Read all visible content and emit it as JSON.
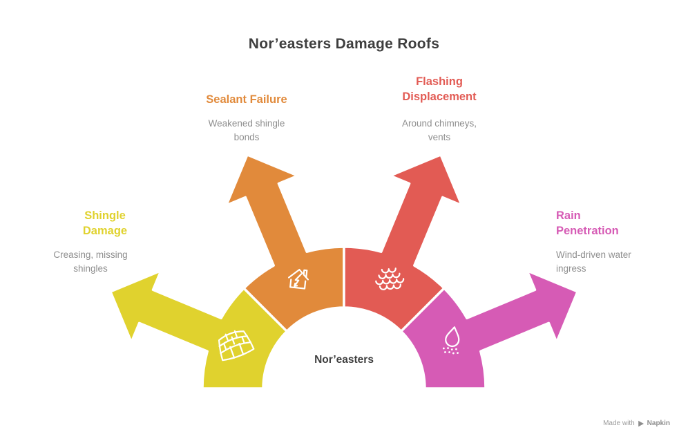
{
  "title": "Nor’easters Damage Roofs",
  "center_label": "Nor’easters",
  "watermark": {
    "text": "Made with",
    "brand": "Napkin"
  },
  "text_colors": {
    "title": "#3e3e3e",
    "description": "#8e8e8e"
  },
  "segments": [
    {
      "id": "shingle-damage",
      "label": "Shingle Damage",
      "description": "Creasing, missing shingles",
      "color": "#E0D22E",
      "icon": "roof-shingles-icon"
    },
    {
      "id": "sealant-failure",
      "label": "Sealant Failure",
      "description": "Weakened shingle bonds",
      "color": "#E18A3B",
      "icon": "house-lightning-icon"
    },
    {
      "id": "flashing-displacement",
      "label": "Flashing Displacement",
      "description": "Around chimneys, vents",
      "color": "#E25B54",
      "icon": "scalloped-shingles-icon"
    },
    {
      "id": "rain-penetration",
      "label": "Rain Penetration",
      "description": "Wind-driven water ingress",
      "color": "#D65BB5",
      "icon": "water-drop-icon"
    }
  ]
}
